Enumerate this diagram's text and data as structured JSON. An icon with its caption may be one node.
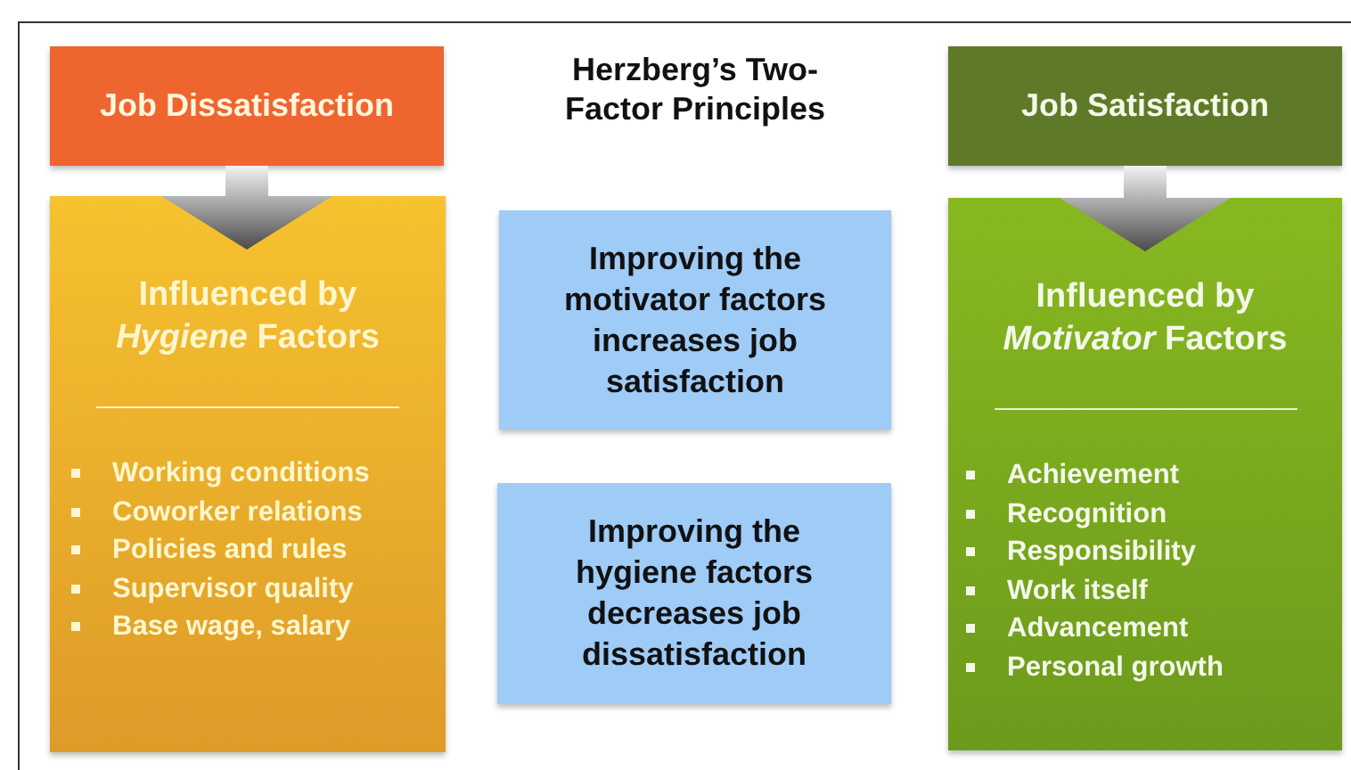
{
  "diagram": {
    "title": "Herzberg’s Two-Factor Principles",
    "nodes": [
      {
        "text": [
          "Job Dissatisfaction"
        ]
      },
      {
        "text": [
          "Influenced by *Hygiene* Factors",
          "Working conditions",
          "Coworker relations",
          "Policies and rules",
          "Supervisor quality",
          "Base wage, salary"
        ]
      },
      {
        "text": [
          "Improving the motivator factors increases job satisfaction"
        ]
      },
      {
        "text": [
          "Improving the hygiene factors decreases job dissatisfaction"
        ]
      },
      {
        "text": [
          "Job Satisfaction"
        ]
      },
      {
        "text": [
          "Influenced by *Motivator* Factors",
          "Achievement",
          "Recognition",
          "Responsibility",
          "Work itself",
          "Advancement",
          "Personal growth"
        ]
      }
    ],
    "edges": [
      {
        "from": 0,
        "to": 1,
        "arrow": "to"
      },
      {
        "from": 4,
        "to": 5,
        "arrow": "to"
      }
    ]
  }
}
